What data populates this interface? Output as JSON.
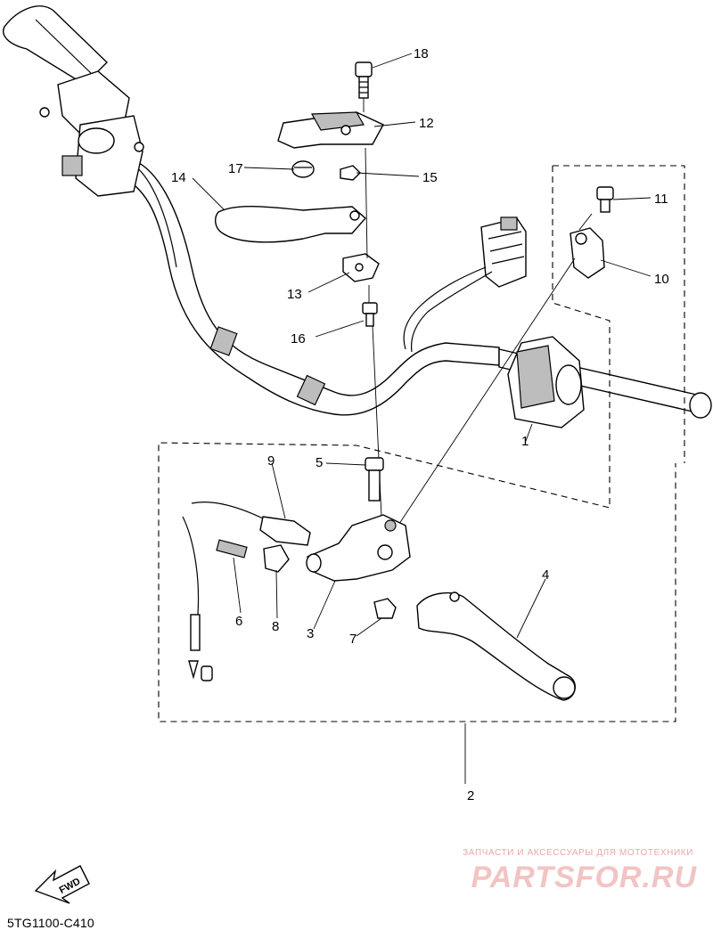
{
  "diagram": {
    "callouts": [
      {
        "id": "c1",
        "text": "1"
      },
      {
        "id": "c2",
        "text": "2"
      },
      {
        "id": "c3",
        "text": "3"
      },
      {
        "id": "c4",
        "text": "4"
      },
      {
        "id": "c5",
        "text": "5"
      },
      {
        "id": "c6",
        "text": "6"
      },
      {
        "id": "c7",
        "text": "7"
      },
      {
        "id": "c8",
        "text": "8"
      },
      {
        "id": "c9",
        "text": "9"
      },
      {
        "id": "c10",
        "text": "10"
      },
      {
        "id": "c11",
        "text": "11"
      },
      {
        "id": "c12",
        "text": "12"
      },
      {
        "id": "c13",
        "text": "13"
      },
      {
        "id": "c14",
        "text": "14"
      },
      {
        "id": "c15",
        "text": "15"
      },
      {
        "id": "c16",
        "text": "16"
      },
      {
        "id": "c17",
        "text": "17"
      },
      {
        "id": "c18",
        "text": "18"
      }
    ],
    "fwd_label": "FWD",
    "drawing_code": "5TG1100-C410"
  },
  "watermark": {
    "tagline": "ЗАПЧАСТИ И АКСЕССУАРЫ ДЛЯ МОТОТЕХНИКИ",
    "brand": "PARTSFOR.RU"
  }
}
